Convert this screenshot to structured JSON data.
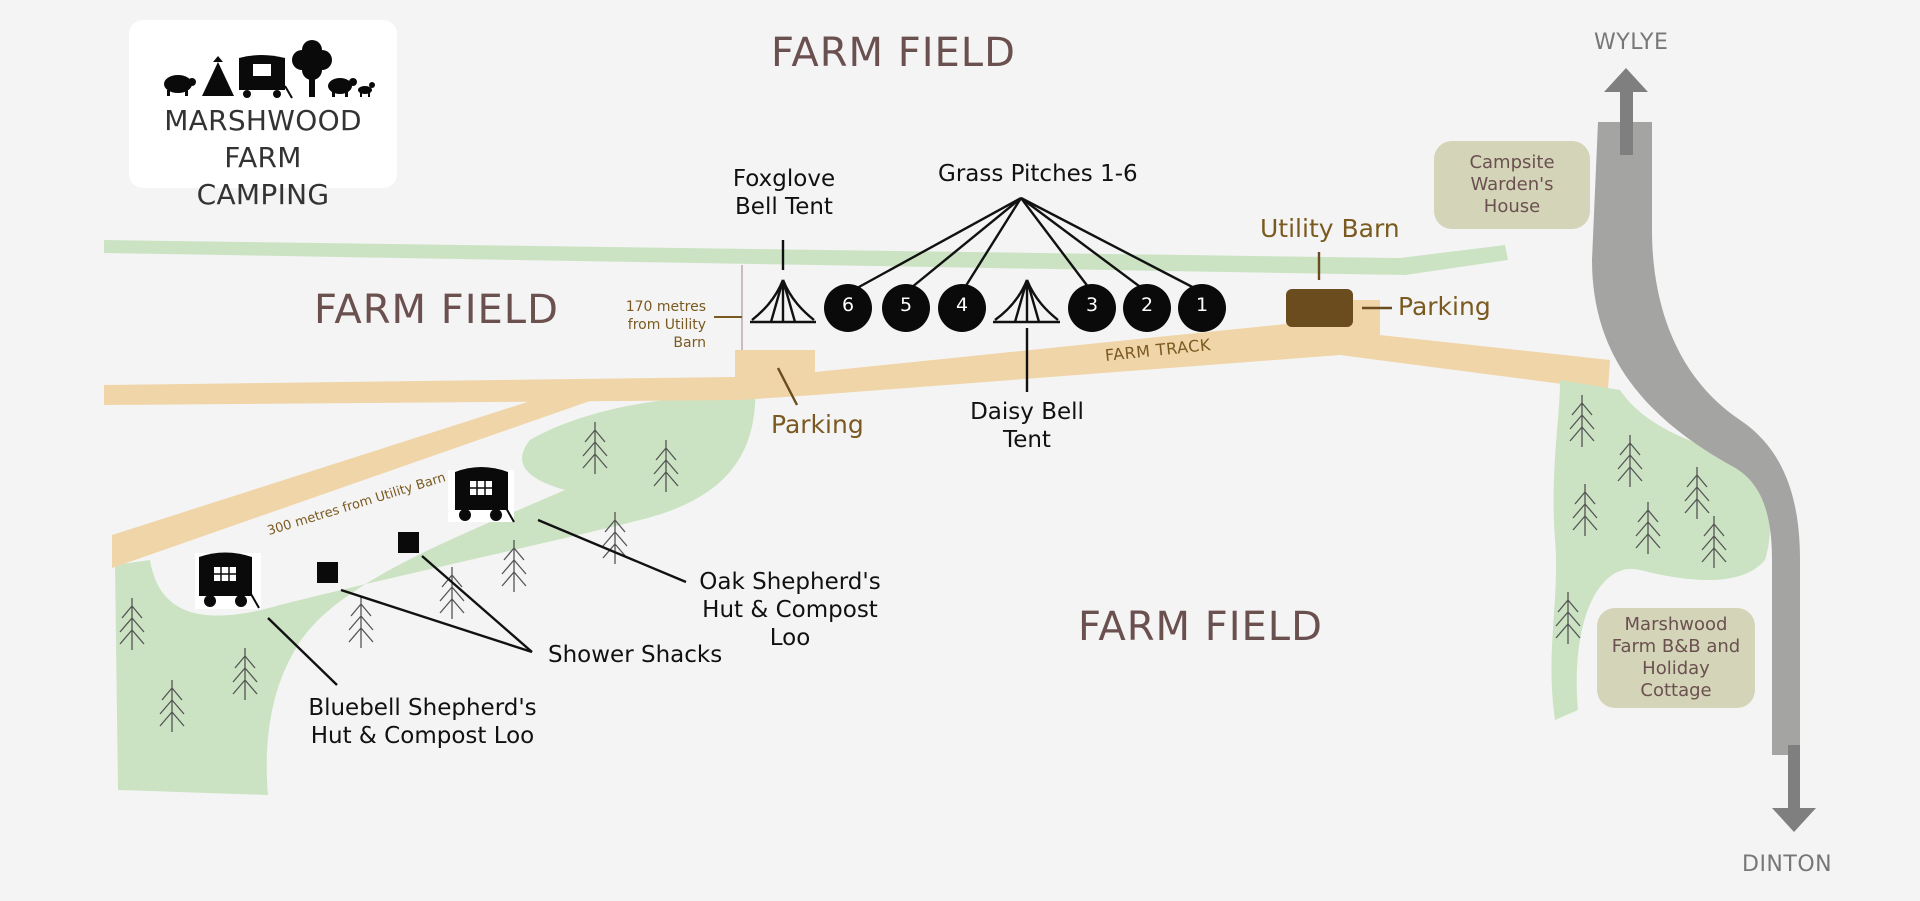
{
  "logo": {
    "title_line1": "MARSHWOOD FARM",
    "title_line2": "CAMPING",
    "icons": [
      "pig-icon",
      "tipi-icon",
      "shepherds-hut-icon",
      "tree-icon",
      "sheep-icon",
      "dog-icon"
    ]
  },
  "fields": {
    "top": "FARM FIELD",
    "left": "FARM FIELD",
    "bottom": "FARM FIELD"
  },
  "directions": {
    "north": "WYLYE",
    "south": "DINTON"
  },
  "buildings": {
    "wardens_house": "Campsite Warden's House",
    "bnb": "Marshwood Farm B&B and Holiday Cottage"
  },
  "labels": {
    "foxglove": "Foxglove Bell Tent",
    "grass_pitches": "Grass Pitches 1-6",
    "daisy": "Daisy Bell Tent",
    "utility_barn": "Utility Barn",
    "parking_right": "Parking",
    "parking_left": "Parking",
    "farm_track": "FARM TRACK",
    "distance_170": "170 metres from Utility Barn",
    "distance_300": "300 metres from Utility Barn",
    "oak_hut": "Oak Shepherd's Hut & Compost Loo",
    "bluebell_hut": "Bluebell Shepherd's Hut & Compost Loo",
    "shower_shacks": "Shower Shacks"
  },
  "pitches": [
    "6",
    "5",
    "4",
    "3",
    "2",
    "1"
  ],
  "colors": {
    "background": "#f4f4f4",
    "green": "#cbe3c3",
    "track": "#f0d5a8",
    "road": "#a4a4a2",
    "barn": "#6b4c1e",
    "house": "#d4d4b8"
  }
}
